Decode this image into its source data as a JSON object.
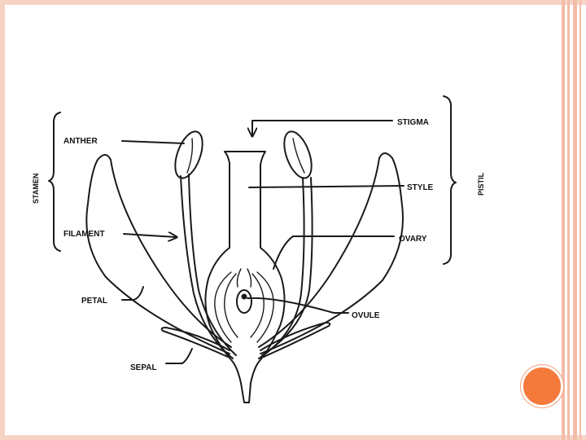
{
  "slide": {
    "accent_color": "#f47a3c",
    "border_color": "#f6d3c5"
  },
  "labels": {
    "stamen": "STAMEN",
    "pistil": "PISTIL",
    "anther": "ANTHER",
    "filament": "FILAMENT",
    "petal": "PETAL",
    "sepal": "SEPAL",
    "stigma": "STIGMA",
    "style": "STYLE",
    "ovary": "OVARY",
    "ovule": "OVULE"
  }
}
